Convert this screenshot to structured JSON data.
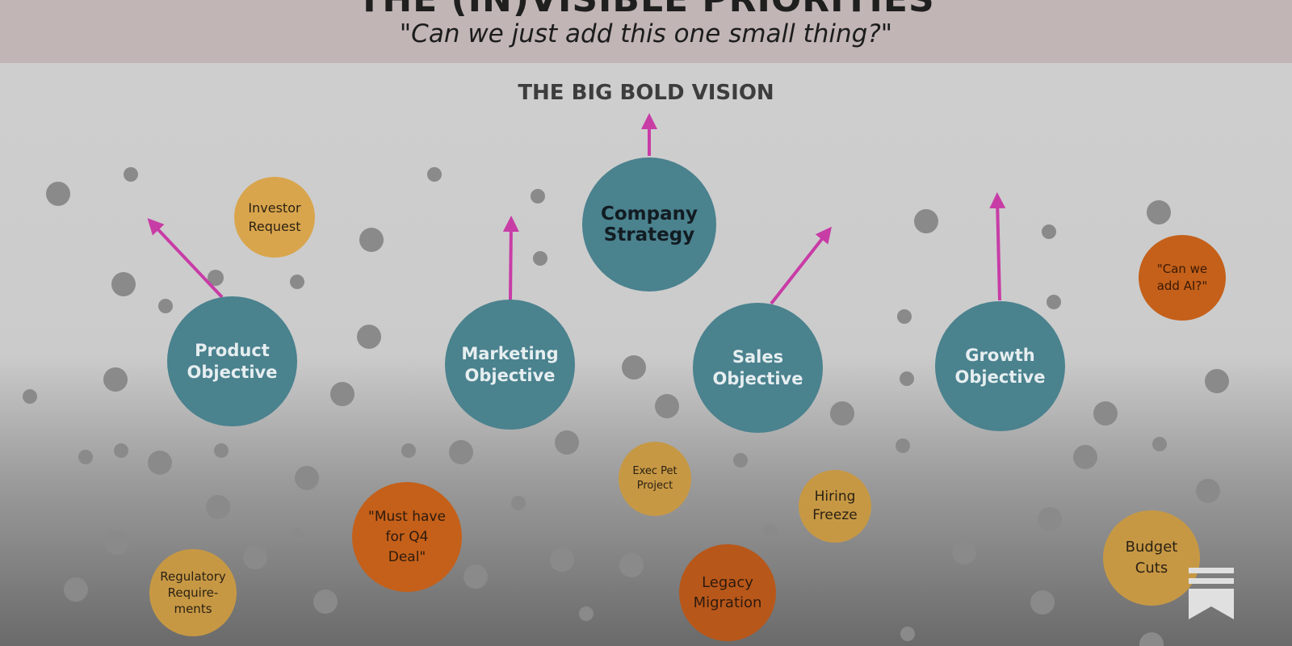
{
  "header": {
    "title": "THE (IN)VISIBLE PRIORITIES",
    "subtitle": "\"Can we just add this one small thing?\""
  },
  "vision_label": "THE BIG BOLD VISION",
  "strategy": {
    "label": "Company\nStrategy"
  },
  "objectives": {
    "product": "Product\nObjective",
    "marketing": "Marketing\nObjective",
    "sales": "Sales\nObjective",
    "growth": "Growth\nObjective"
  },
  "distractions": {
    "investor_request": "Investor\nRequest",
    "ai": "\"Can we\nadd AI?\"",
    "must_have": "\"Must have\nfor Q4\nDeal\"",
    "exec_pet": "Exec Pet\nProject",
    "hiring_freeze": "Hiring\nFreeze",
    "legacy_migration": "Legacy\nMigration",
    "budget_cuts": "Budget\nCuts",
    "regulatory": "Regulatory\nRequire-\nments"
  },
  "colors": {
    "header_bg": "#c1b5b5",
    "objective": "#4a828e",
    "arrow": "#c83ca6",
    "distraction_orange": "#c4601a",
    "distraction_ochre": "#c79844",
    "noise_dot": "#8a8a8a"
  },
  "icons": [
    "bookmark-icon"
  ]
}
